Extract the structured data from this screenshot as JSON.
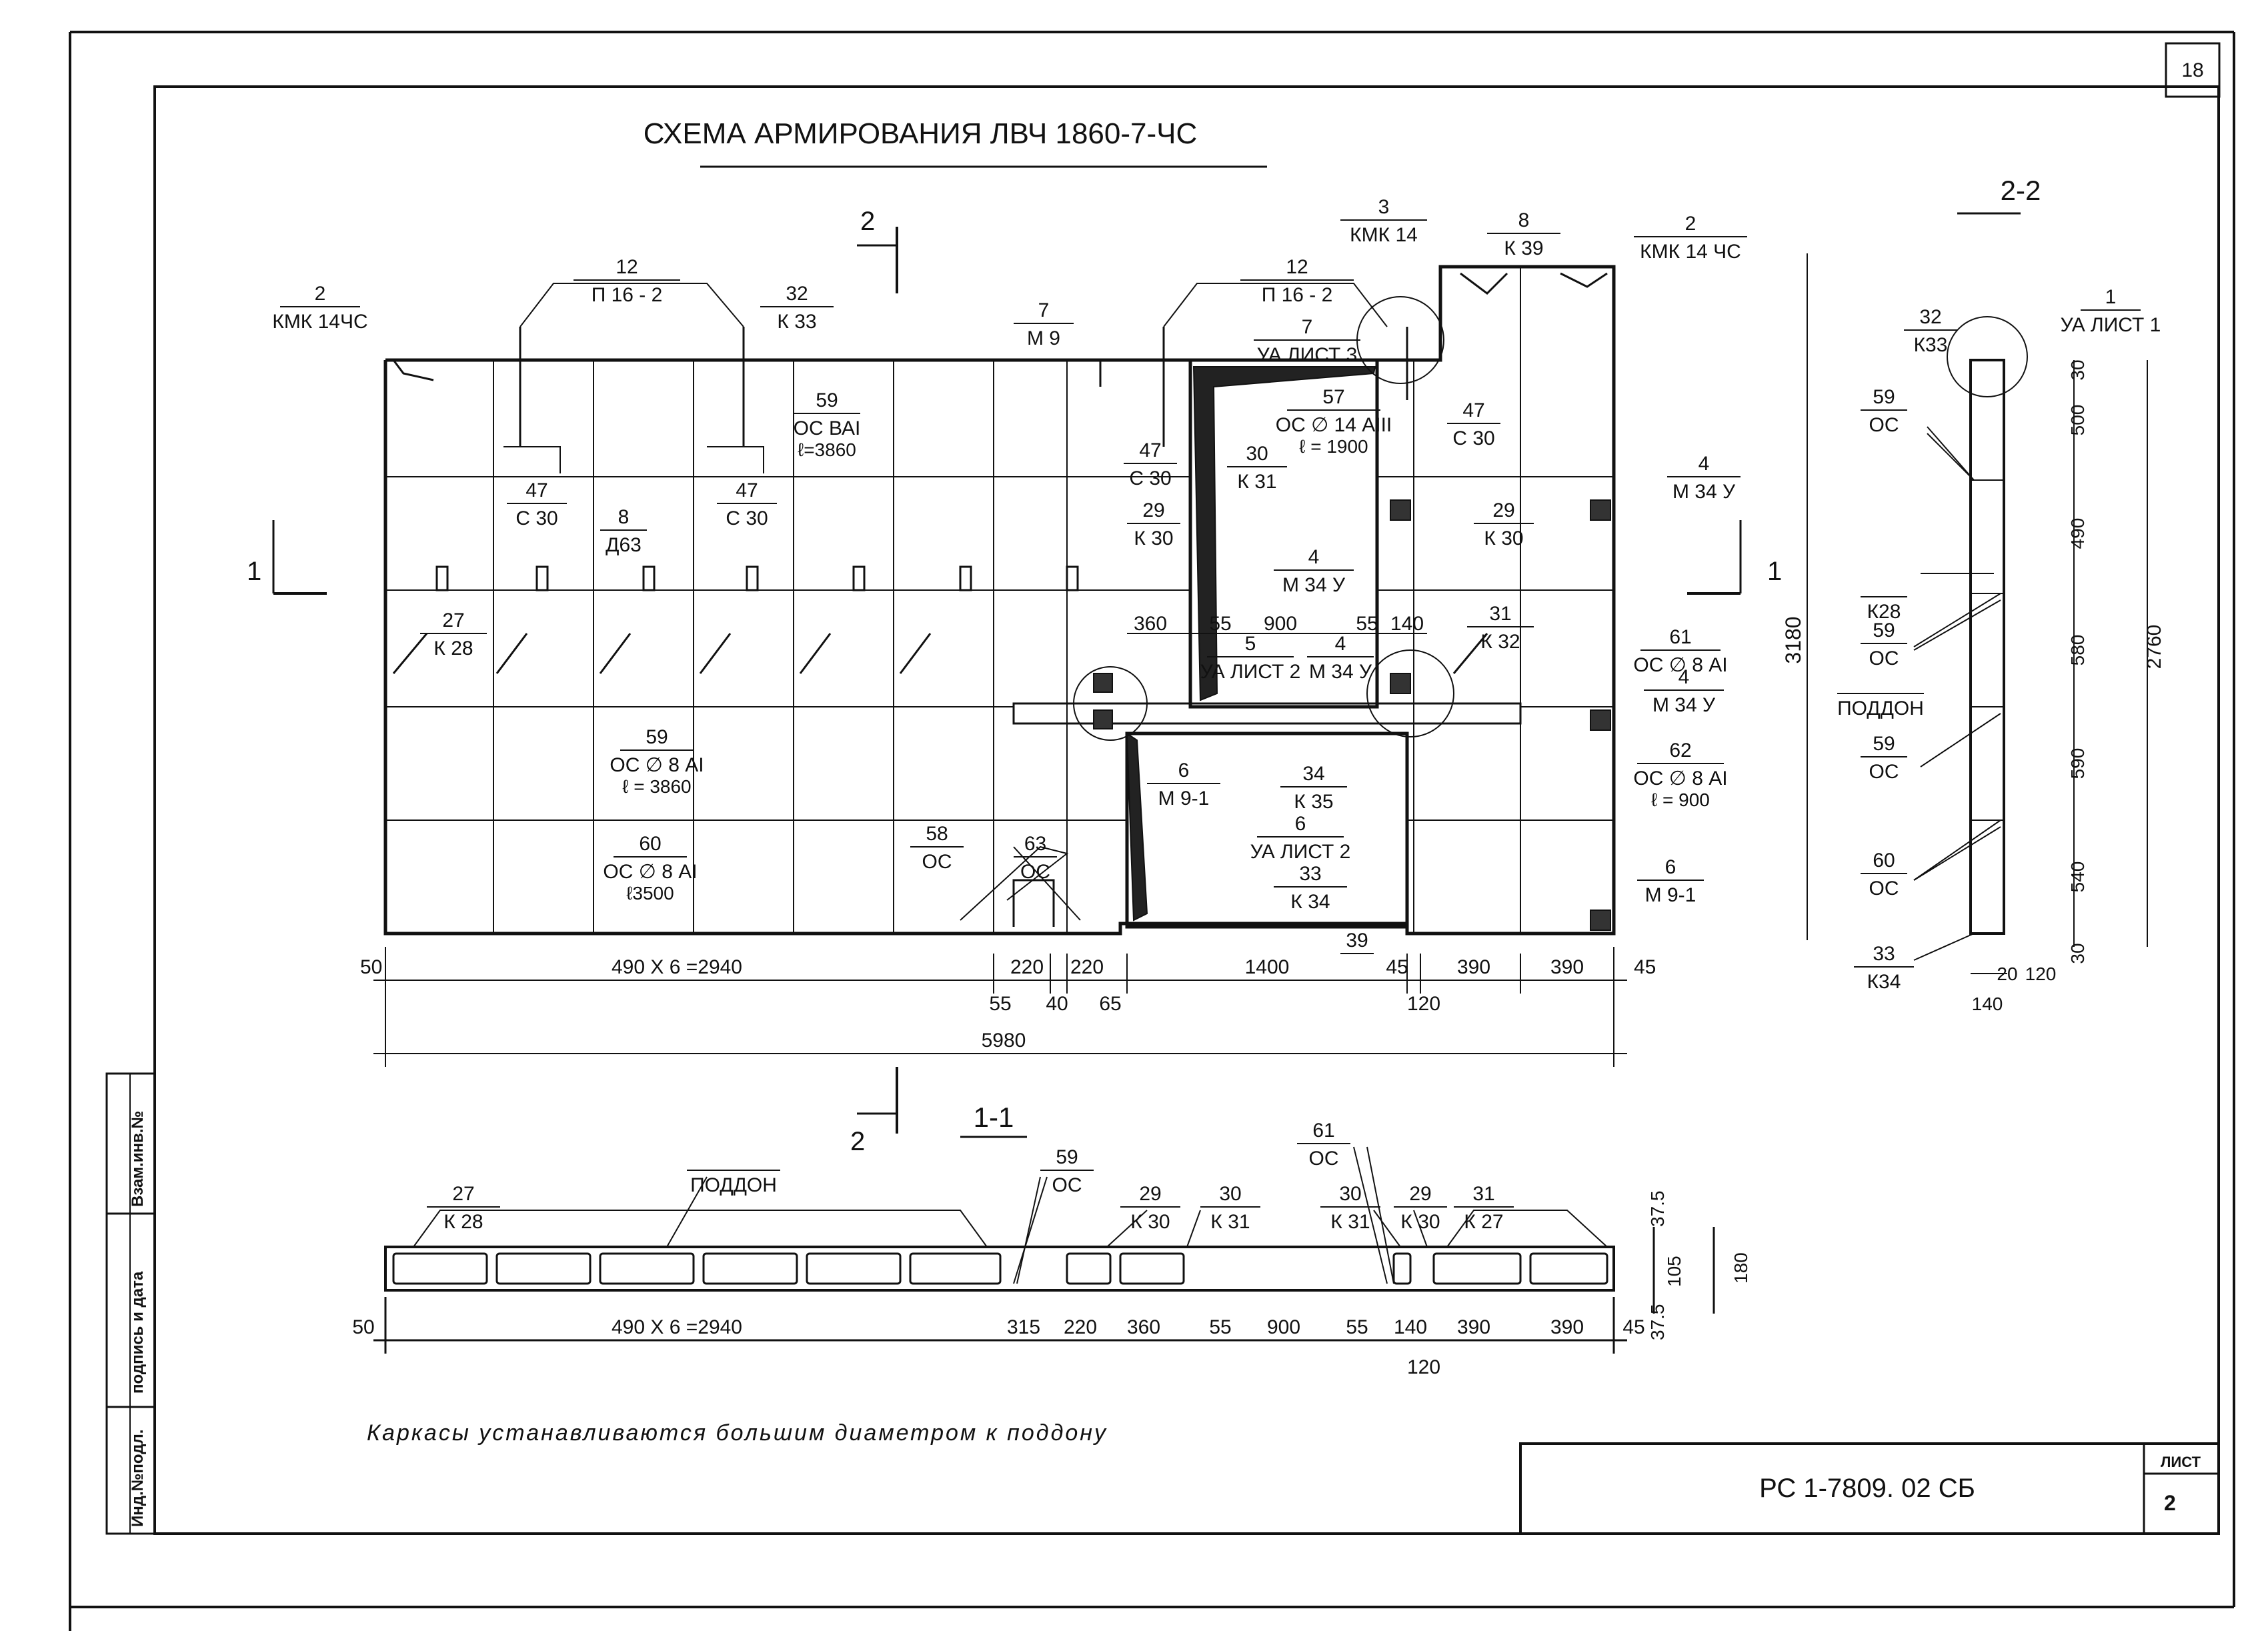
{
  "sheet_corner_number": "18",
  "title": "СХЕМА АРМИРОВАНИЯ ЛВЧ 1860-7-ЧС",
  "section_markers": {
    "s2": "2",
    "s1": "1"
  },
  "section_titles": {
    "s22": "2-2",
    "s11": "1-1"
  },
  "elevation_callouts": [
    {
      "id": "c2a",
      "num": "2",
      "mark": "КМК 14ЧС"
    },
    {
      "id": "c12a",
      "num": "12",
      "mark": "П 16 - 2"
    },
    {
      "id": "c32a",
      "num": "32",
      "mark": "К 33"
    },
    {
      "id": "c7a",
      "num": "7",
      "mark": "М 9"
    },
    {
      "id": "c12b",
      "num": "12",
      "mark": "П 16 - 2"
    },
    {
      "id": "c7b",
      "num": "7",
      "mark": "УА ЛИСТ 3"
    },
    {
      "id": "c3",
      "num": "3",
      "mark": "КМК 14"
    },
    {
      "id": "c8",
      "num": "8",
      "mark": "К 39"
    },
    {
      "id": "c2b",
      "num": "2",
      "mark": "КМК 14 ЧС"
    },
    {
      "id": "c59a",
      "num": "59",
      "mark": "ОС ВАI",
      "extra": "ℓ=3860"
    },
    {
      "id": "c47a",
      "num": "47",
      "mark": "С 30"
    },
    {
      "id": "c8b",
      "num": "8",
      "mark": "Д63"
    },
    {
      "id": "c47b",
      "num": "47",
      "mark": "С 30"
    },
    {
      "id": "c57",
      "num": "57",
      "mark": "ОС ∅ 14 АIII",
      "extra": "ℓ = 1900"
    },
    {
      "id": "c47c",
      "num": "47",
      "mark": "С 30"
    },
    {
      "id": "c47d",
      "num": "47",
      "mark": "С 30"
    },
    {
      "id": "c30a",
      "num": "30",
      "mark": "К 31"
    },
    {
      "id": "c29a",
      "num": "29",
      "mark": "К 30"
    },
    {
      "id": "c4a",
      "num": "4",
      "mark": "М 34 У"
    },
    {
      "id": "c29b",
      "num": "29",
      "mark": "К 30"
    },
    {
      "id": "c4b",
      "num": "4",
      "mark": "М 34 У"
    },
    {
      "id": "c27a",
      "num": "27",
      "mark": "К 28"
    },
    {
      "id": "c5",
      "num": "5",
      "mark": "УА ЛИСТ 2"
    },
    {
      "id": "c4c",
      "num": "4",
      "mark": "М 34 У"
    },
    {
      "id": "c31a",
      "num": "31",
      "mark": "К 32"
    },
    {
      "id": "c61a",
      "num": "61",
      "mark": "ОС ∅ 8 АI"
    },
    {
      "id": "c4d",
      "num": "4",
      "mark": "М 34 У"
    },
    {
      "id": "c59b",
      "num": "59",
      "mark": "ОС ∅ 8 АI",
      "extra": "ℓ = 3860"
    },
    {
      "id": "c6a",
      "num": "6",
      "mark": "М 9-1"
    },
    {
      "id": "c34",
      "num": "34",
      "mark": "К 35"
    },
    {
      "id": "c6b",
      "num": "6",
      "mark": "УА ЛИСТ 2"
    },
    {
      "id": "c62",
      "num": "62",
      "mark": "ОС ∅ 8 АI",
      "extra": "ℓ = 900"
    },
    {
      "id": "c58",
      "num": "58",
      "mark": "ОС"
    },
    {
      "id": "c63",
      "num": "63",
      "mark": "ОС"
    },
    {
      "id": "c60a",
      "num": "60",
      "mark": "ОС ∅ 8 АI",
      "extra": "ℓ3500"
    },
    {
      "id": "c33a",
      "num": "33",
      "mark": "К 34"
    },
    {
      "id": "c6c",
      "num": "6",
      "mark": "М 9-1"
    },
    {
      "id": "c39",
      "num": "39"
    }
  ],
  "elevation_dims": {
    "row1": [
      "50",
      "490 Х 6 =2940",
      "220",
      "220",
      "1400",
      "45",
      "390",
      "390",
      "45"
    ],
    "row2": [
      "55",
      "40",
      "65",
      "120"
    ],
    "total": "5980",
    "dims_360": "360",
    "dims_55a": "55",
    "dims_900": "900",
    "dims_55b": "55",
    "dims_140": "140",
    "height_total": "3180"
  },
  "section22": {
    "callouts": [
      {
        "num": "1",
        "mark": "УА ЛИСТ 1"
      },
      {
        "num": "32",
        "mark": "К33"
      },
      {
        "num": "59",
        "mark": "ОС"
      },
      {
        "num": "",
        "mark": "К28"
      },
      {
        "num": "59",
        "mark": "ОС"
      },
      {
        "num": "",
        "mark": "ПОДДОН"
      },
      {
        "num": "59",
        "mark": "ОС"
      },
      {
        "num": "60",
        "mark": "ОС"
      },
      {
        "num": "33",
        "mark": "К34"
      }
    ],
    "vert_dims": [
      "30",
      "500",
      "490",
      "580",
      "590",
      "540",
      "30"
    ],
    "total": "2760",
    "bottom_dims": [
      "20",
      "120",
      "140"
    ]
  },
  "section11": {
    "callouts": [
      {
        "num": "27",
        "mark": "К 28"
      },
      {
        "num": "",
        "mark": "ПОДДОН"
      },
      {
        "num": "59",
        "mark": "ОС"
      },
      {
        "num": "29",
        "mark": "К 30"
      },
      {
        "num": "30",
        "mark": "К 31"
      },
      {
        "num": "61",
        "mark": "ОС"
      },
      {
        "num": "30",
        "mark": "К 31"
      },
      {
        "num": "29",
        "mark": "К 30"
      },
      {
        "num": "31",
        "mark": "К 27"
      }
    ],
    "dims": [
      "50",
      "490 Х 6 =2940",
      "315",
      "220",
      "360",
      "55",
      "900",
      "55",
      "140",
      "390",
      "390",
      "45"
    ],
    "dim_120": "120",
    "right_dims": [
      "37.5",
      "105",
      "180",
      "37.5"
    ]
  },
  "note": "Каркасы устанавливаются большим диаметром к поддону",
  "side_stamp": [
    "Инд.№подл.",
    "подпись и дата",
    "Взам.инв.№"
  ],
  "title_block": {
    "code": "РС 1-7809.  02 СБ",
    "sheet_label": "ЛИСТ",
    "sheet_number": "2"
  }
}
